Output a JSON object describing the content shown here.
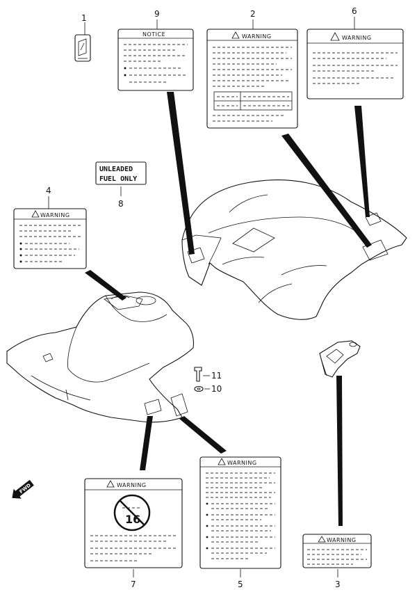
{
  "callouts": {
    "c1": "1",
    "c2": "2",
    "c3": "3",
    "c4": "4",
    "c5": "5",
    "c6": "6",
    "c7": "7",
    "c8": "8",
    "c9": "9",
    "c10": "10",
    "c11": "11"
  },
  "labels": {
    "notice": "NOTICE",
    "warning": "WARNING",
    "warning_l3": "WARNING",
    "unleaded_line1": "UNLEADED",
    "unleaded_line2": "FUEL ONLY",
    "age_limit": "16"
  },
  "fwd_arrow": "FWD"
}
